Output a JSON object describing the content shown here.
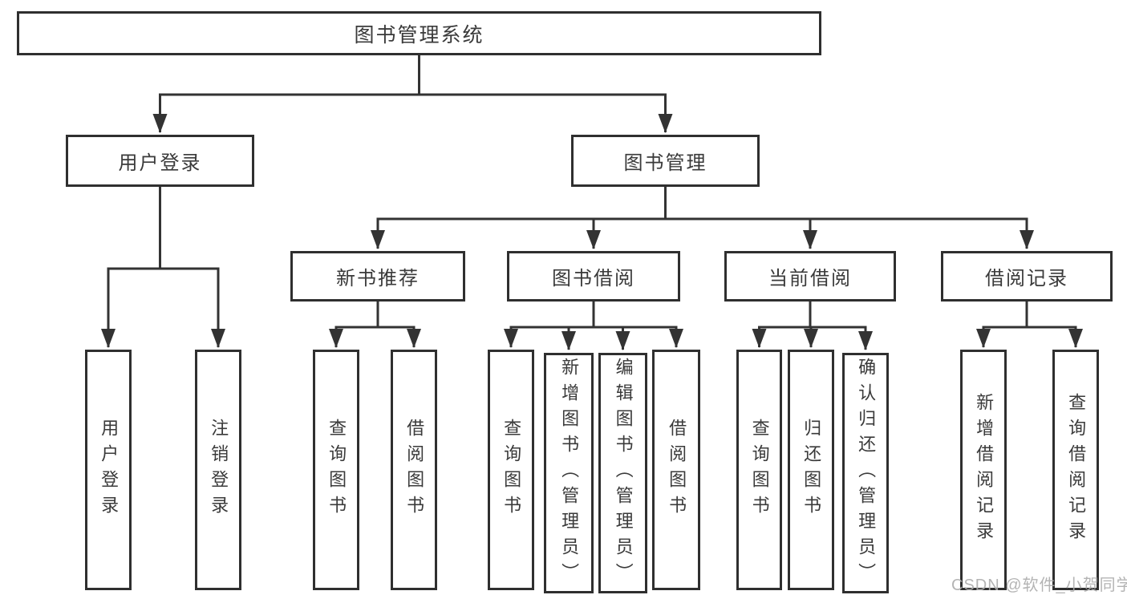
{
  "diagram": {
    "root": {
      "label": "图书管理系统"
    },
    "branches": [
      {
        "label": "用户登录",
        "children": [
          {
            "label": "用户登录"
          },
          {
            "label": "注销登录"
          }
        ]
      },
      {
        "label": "图书管理",
        "children": [
          {
            "label": "新书推荐",
            "children": [
              {
                "label": "查询图书"
              },
              {
                "label": "借阅图书"
              }
            ]
          },
          {
            "label": "图书借阅",
            "children": [
              {
                "label": "查询图书"
              },
              {
                "label": "新增图书（管理员）"
              },
              {
                "label": "编辑图书（管理员）"
              },
              {
                "label": "借阅图书"
              }
            ]
          },
          {
            "label": "当前借阅",
            "children": [
              {
                "label": "查询图书"
              },
              {
                "label": "归还图书"
              },
              {
                "label": "确认归还（管理员）"
              }
            ]
          },
          {
            "label": "借阅记录",
            "children": [
              {
                "label": "新增借阅记录"
              },
              {
                "label": "查询借阅记录"
              }
            ]
          }
        ]
      }
    ]
  },
  "watermark": {
    "text": "CSDN @软件_小贺同学"
  },
  "colors": {
    "line": "#333333",
    "box_border": "#2f2f2f",
    "text": "#3a3a3a",
    "watermark": "#acacac",
    "background": "#ffffff"
  }
}
